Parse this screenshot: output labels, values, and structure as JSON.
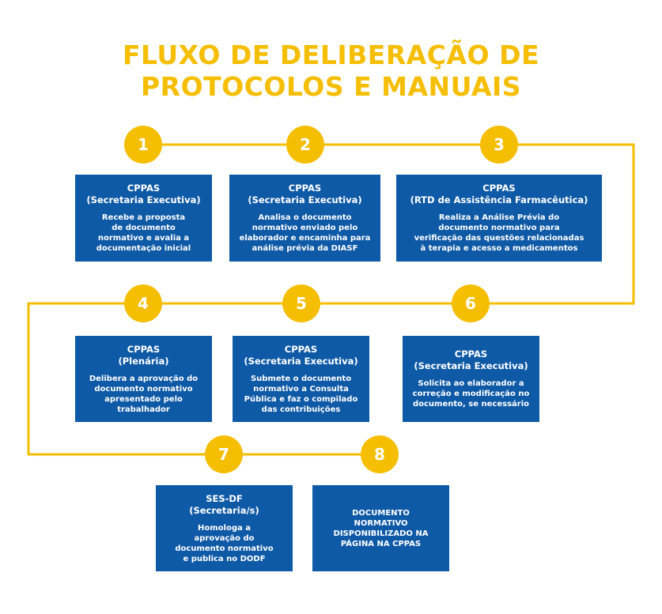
{
  "title_line1": "FLUXO DE DELIBERAÇÃO DE",
  "title_line2": "PROTOCOLOS E MANUAIS",
  "colors": {
    "accent": "#F5BE00",
    "box": "#0F5AA6",
    "text": "#FFFFFF"
  },
  "steps": [
    {
      "number": "1",
      "org": "CPPAS",
      "unit": "(Secretaria Executiva)",
      "desc": [
        "Recebe a proposta",
        "de documento",
        "normativo e avalia a",
        "documentação inicial"
      ]
    },
    {
      "number": "2",
      "org": "CPPAS",
      "unit": "(Secretaria Executiva)",
      "desc": [
        "Analisa o documento",
        "normativo enviado pelo",
        "elaborador e encaminha para",
        "análise prévia da DIASF"
      ]
    },
    {
      "number": "3",
      "org": "CPPAS",
      "unit": "(RTD de Assistência Farmacêutica)",
      "desc": [
        "Realiza a Análise Prévia do",
        "documento normativo para",
        "verificação das questões relacionadas",
        "à terapia e acesso a medicamentos"
      ]
    },
    {
      "number": "4",
      "org": "CPPAS",
      "unit": "(Plenária)",
      "desc": [
        "Delibera a aprovação do",
        "documento normativo",
        "apresentado pelo",
        "trabalhador"
      ]
    },
    {
      "number": "5",
      "org": "CPPAS",
      "unit": "(Secretaria Executiva)",
      "desc": [
        "Submete o documento",
        "normativo a Consulta",
        "Pública e faz o compilado",
        "das contribuições"
      ]
    },
    {
      "number": "6",
      "org": "CPPAS",
      "unit": "(Secretaria Executiva)",
      "desc": [
        "Solicita ao elaborador a",
        "correção e modificação no",
        "documento, se necessário"
      ]
    },
    {
      "number": "7",
      "org": "SES-DF",
      "unit": "(Secretaria/s)",
      "desc": [
        "Homologa a",
        "aprovação do",
        "documento normativo",
        "e publica no DODF"
      ]
    },
    {
      "number": "8",
      "org": "",
      "unit": "",
      "desc": [
        "DOCUMENTO",
        "NORMATIVO",
        "DISPONIBILIZADO NA",
        "PÁGINA NA CPPAS"
      ]
    }
  ]
}
